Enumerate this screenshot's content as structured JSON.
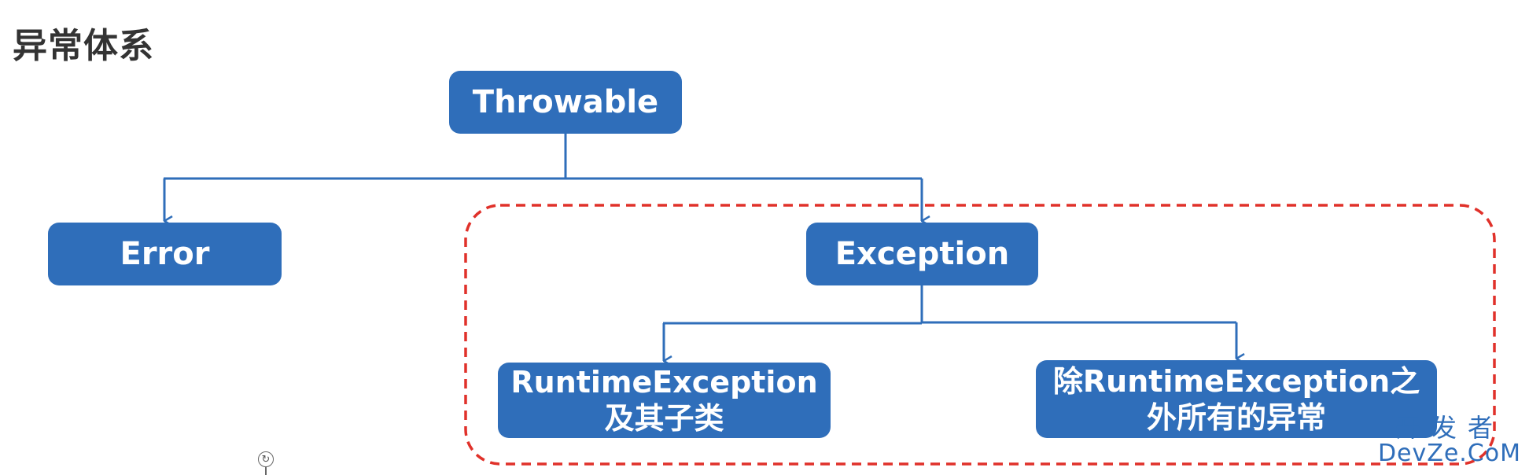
{
  "title": "异常体系",
  "colors": {
    "node_fill": "#2F6EBA",
    "node_text": "#FFFFFF",
    "connector": "#2F6EBA",
    "highlight_border": "#E0312A"
  },
  "nodes": {
    "throwable": {
      "label": "Throwable"
    },
    "error": {
      "label": "Error"
    },
    "exception": {
      "label": "Exception"
    },
    "runtime": {
      "line1": "RuntimeException",
      "line2": "及其子类"
    },
    "checked": {
      "line1": "除RuntimeException之",
      "line2": "外所有的异常"
    }
  },
  "edges": [
    {
      "from": "throwable",
      "to": "error"
    },
    {
      "from": "throwable",
      "to": "exception"
    },
    {
      "from": "exception",
      "to": "runtime"
    },
    {
      "from": "exception",
      "to": "checked"
    }
  ],
  "watermark": {
    "line1": "开发者",
    "line2": "DevZe.CoM"
  },
  "icons": {
    "cursor": "rotate-cursor-icon"
  }
}
